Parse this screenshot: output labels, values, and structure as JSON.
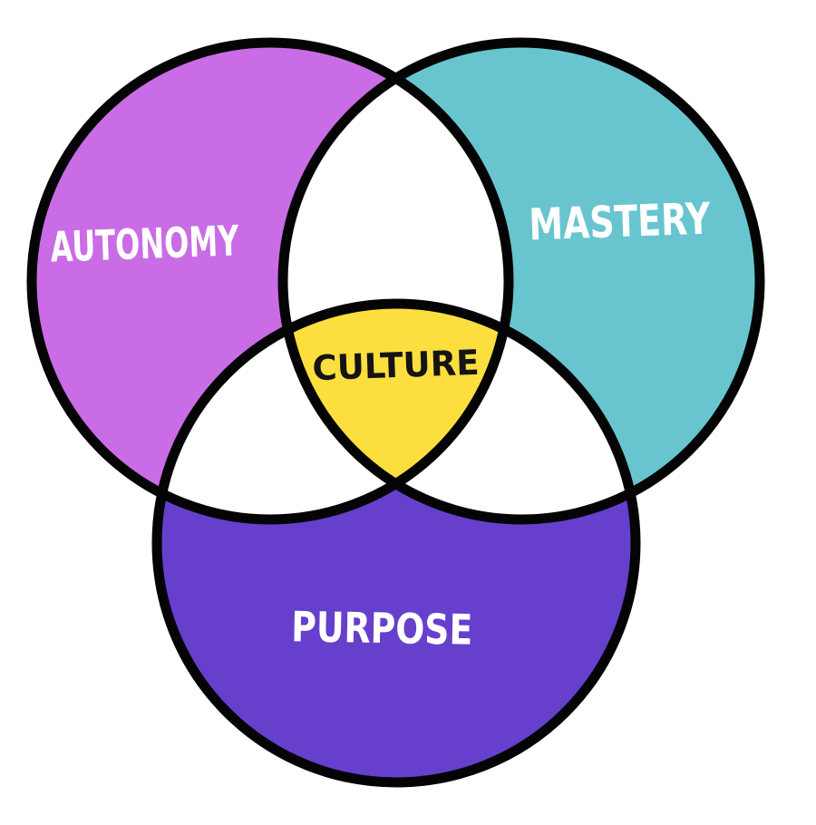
{
  "venn": {
    "background_color": "#ffffff",
    "outline_color": "#040404",
    "pairwise_overlap_color": "#ffffff",
    "sets": [
      {
        "id": "autonomy",
        "label": "AUTONOMY",
        "fill": "#ca6ce6",
        "label_color": "#ffffff"
      },
      {
        "id": "mastery",
        "label": "MASTERY",
        "fill": "#68c5cf",
        "label_color": "#ffffff"
      },
      {
        "id": "purpose",
        "label": "PURPOSE",
        "fill": "#663fcd",
        "label_color": "#ffffff"
      }
    ],
    "center_overlap": {
      "label": "CULTURE",
      "fill": "#fcdf3e",
      "label_color": "#141414"
    }
  }
}
